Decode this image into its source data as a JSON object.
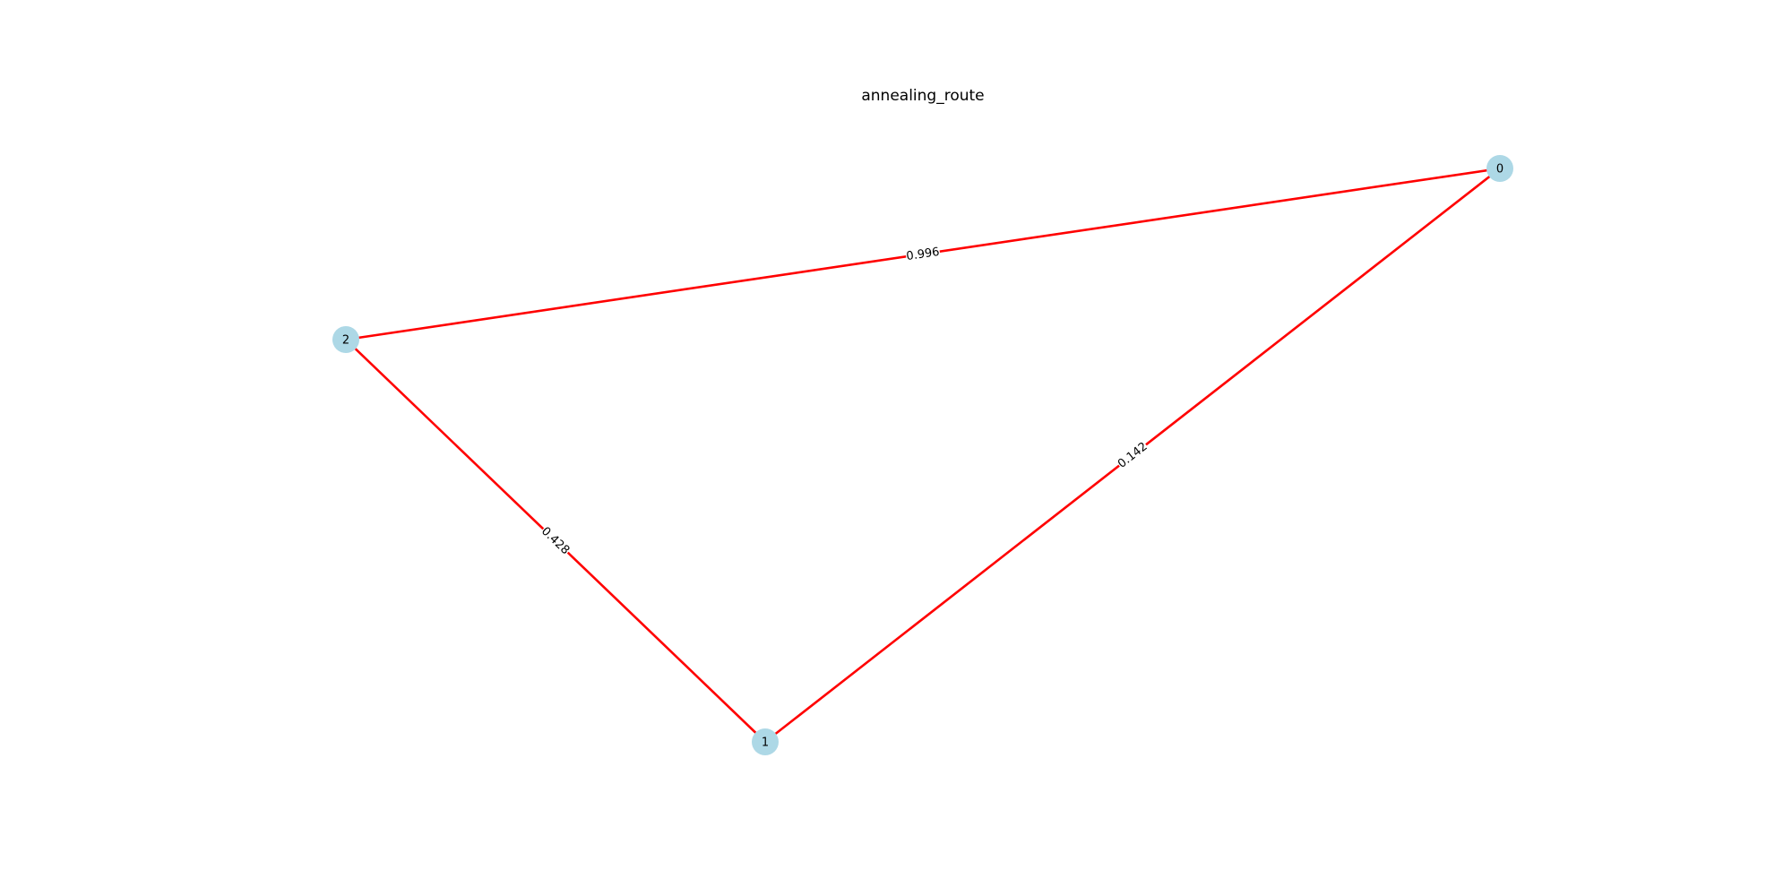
{
  "diagram": {
    "title": "annealing_route",
    "colors": {
      "node_fill": "#add8e6",
      "edge_stroke": "#ff0000",
      "label_text": "#000000",
      "background": "#ffffff"
    },
    "nodes": [
      {
        "id": "0",
        "label": "0"
      },
      {
        "id": "1",
        "label": "1"
      },
      {
        "id": "2",
        "label": "2"
      }
    ],
    "edges": [
      {
        "from": "2",
        "to": "0",
        "label": "0.996"
      },
      {
        "from": "0",
        "to": "1",
        "label": "0.142"
      },
      {
        "from": "2",
        "to": "1",
        "label": "0.428"
      }
    ]
  }
}
